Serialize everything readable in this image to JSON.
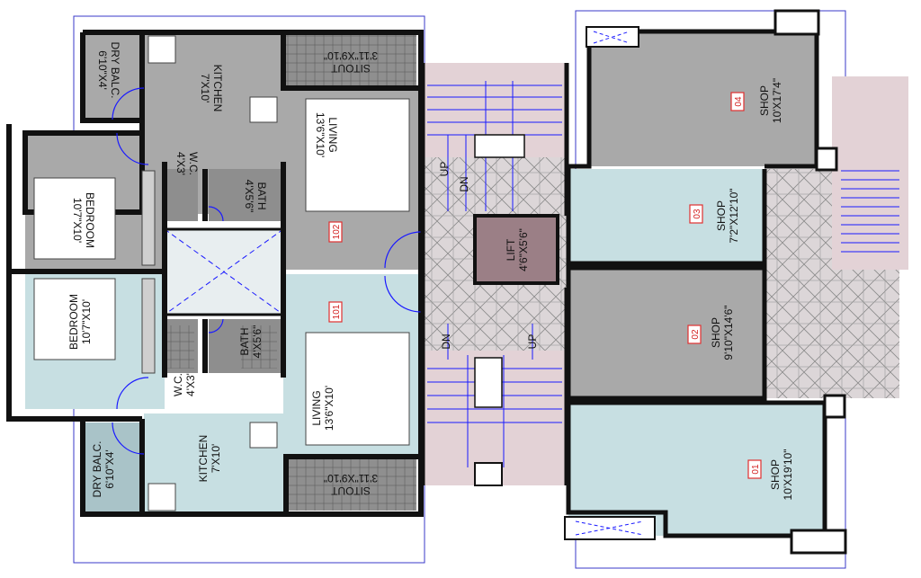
{
  "colors": {
    "wall": "#111111",
    "grey_room": "#a9a9a9",
    "blue_room": "#c7dfe2",
    "sitout": "#8f8f8f",
    "balcony": "#a9c3c8",
    "wet_area": "#8e8e8e",
    "lobby": "#e3d2d6",
    "lift": "#9b7f86",
    "stair_line": "#1a1aff",
    "tag_border": "#e03030",
    "grid_line": "#3a3ac8"
  },
  "flat_102": {
    "tag": "102",
    "dry_balcony": {
      "name": "DRY BALC.",
      "size": "6'10\"X4'"
    },
    "kitchen": {
      "name": "KITCHEN",
      "size": "7'X10'"
    },
    "sitout": {
      "name": "SITOUT",
      "size": "3'11\"X9'10\""
    },
    "living": {
      "name": "LIVING",
      "size": "13'6\"X10'"
    },
    "wc": {
      "name": "W.C.",
      "size": "4'X3'"
    },
    "bath": {
      "name": "BATH",
      "size": "4'X5'6\""
    },
    "bedroom": {
      "name": "BEDROOM",
      "size": "10'7\"X10'"
    }
  },
  "flat_101": {
    "tag": "101",
    "dry_balcony": {
      "name": "DRY BALC.",
      "size": "6'10\"X4'"
    },
    "kitchen": {
      "name": "KITCHEN",
      "size": "7'X10'"
    },
    "sitout": {
      "name": "SITOUT",
      "size": "3'11\"X9'10\""
    },
    "living": {
      "name": "LIVING",
      "size": "13'6\"X10'"
    },
    "wc": {
      "name": "W.C.",
      "size": "4'X3'"
    },
    "bath": {
      "name": "BATH",
      "size": "4'X5'6\""
    },
    "bedroom": {
      "name": "BEDROOM",
      "size": "10'7\"X10'"
    }
  },
  "core": {
    "lift": {
      "name": "LIFT",
      "size": "4'6\"X5'6\""
    },
    "stair_upper": {
      "up": "UP",
      "dn": "DN"
    },
    "stair_lower": {
      "dn": "DN",
      "up": "UP"
    }
  },
  "shops": [
    {
      "tag": "04",
      "name": "SHOP",
      "size": "10'X17'4\""
    },
    {
      "tag": "03",
      "name": "SHOP",
      "size": "7'2\"X12'10\""
    },
    {
      "tag": "02",
      "name": "SHOP",
      "size": "9'10\"X14'6\""
    },
    {
      "tag": "01",
      "name": "SHOP",
      "size": "10'X19'10\""
    }
  ]
}
